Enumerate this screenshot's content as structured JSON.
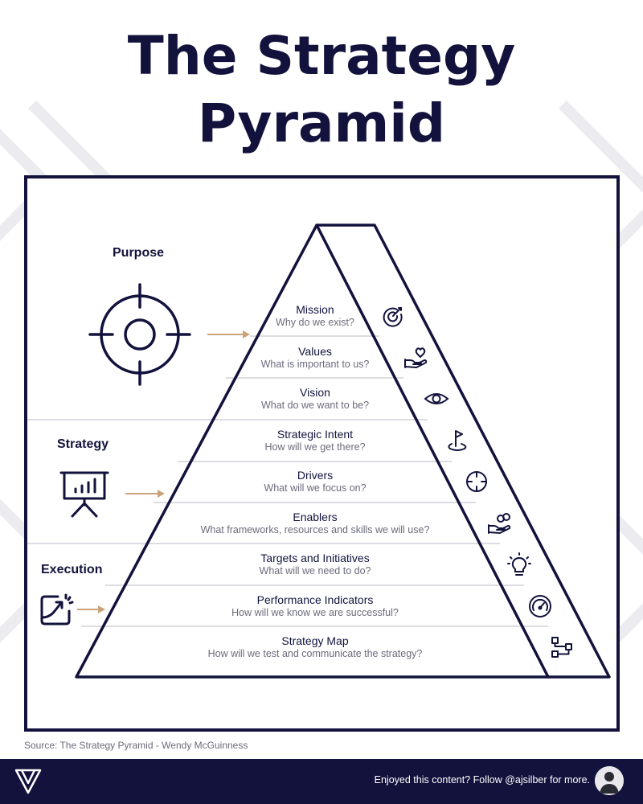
{
  "title": {
    "line1": "The Strategy",
    "line2": "Pyramid"
  },
  "sections": {
    "purpose": "Purpose",
    "strategy": "Strategy",
    "execution": "Execution"
  },
  "levels": [
    {
      "name": "Mission",
      "question": "Why do we exist?",
      "icon": "target-dart-icon"
    },
    {
      "name": "Values",
      "question": "What is important to us?",
      "icon": "hand-heart-icon"
    },
    {
      "name": "Vision",
      "question": "What do we want to be?",
      "icon": "eye-icon"
    },
    {
      "name": "Strategic Intent",
      "question": "How will we get there?",
      "icon": "golf-flag-icon"
    },
    {
      "name": "Drivers",
      "question": "What will we focus on?",
      "icon": "crosshair-icon"
    },
    {
      "name": "Enablers",
      "question": "What frameworks, resources and skills we will use?",
      "icon": "hand-coins-icon"
    },
    {
      "name": "Targets and Initiatives",
      "question": "What will we need to do?",
      "icon": "lightbulb-icon"
    },
    {
      "name": "Performance Indicators",
      "question": "How will we know we are successful?",
      "icon": "gauge-icon"
    },
    {
      "name": "Strategy Map",
      "question": "How will we test and communicate the strategy?",
      "icon": "flowchart-icon"
    }
  ],
  "source": "Source: The Strategy Pyramid - Wendy McGuinness",
  "footer": {
    "cta": "Enjoyed this content? Follow @ajsilber for more."
  },
  "colors": {
    "navy": "#12123d",
    "arrow": "#c9a47a",
    "muted": "#6b6b7b"
  }
}
